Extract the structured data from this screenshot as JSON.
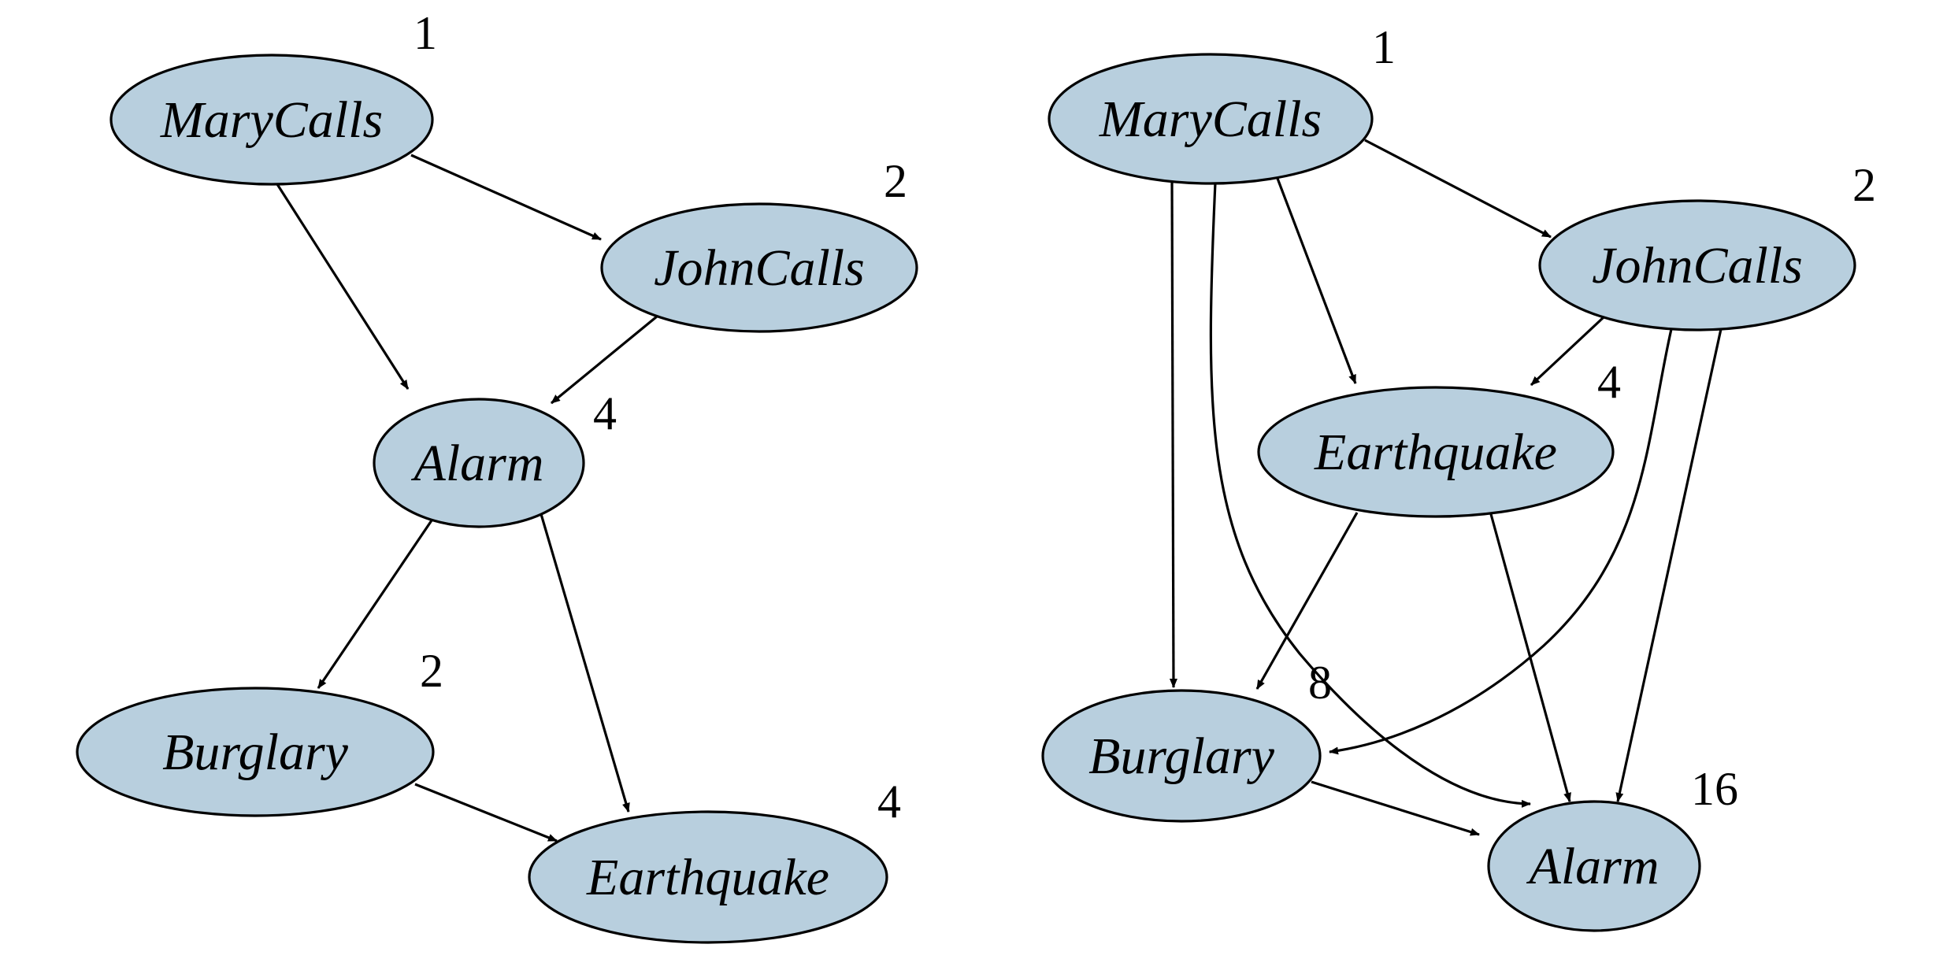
{
  "colors": {
    "node_fill": "#b8cfde",
    "stroke": "#000000",
    "background": "#ffffff"
  },
  "graphs": [
    {
      "nodes": [
        {
          "id": "marycalls",
          "label": "MaryCalls",
          "count": "1"
        },
        {
          "id": "johncalls",
          "label": "JohnCalls",
          "count": "2"
        },
        {
          "id": "alarm",
          "label": "Alarm",
          "count": "4"
        },
        {
          "id": "burglary",
          "label": "Burglary",
          "count": "2"
        },
        {
          "id": "earthquake",
          "label": "Earthquake",
          "count": "4"
        }
      ],
      "edges": [
        {
          "from": "marycalls",
          "to": "johncalls"
        },
        {
          "from": "marycalls",
          "to": "alarm"
        },
        {
          "from": "johncalls",
          "to": "alarm"
        },
        {
          "from": "alarm",
          "to": "burglary"
        },
        {
          "from": "alarm",
          "to": "earthquake"
        },
        {
          "from": "burglary",
          "to": "earthquake"
        }
      ]
    },
    {
      "nodes": [
        {
          "id": "marycalls",
          "label": "MaryCalls",
          "count": "1"
        },
        {
          "id": "johncalls",
          "label": "JohnCalls",
          "count": "2"
        },
        {
          "id": "earthquake",
          "label": "Earthquake",
          "count": "4"
        },
        {
          "id": "burglary",
          "label": "Burglary",
          "count": "8"
        },
        {
          "id": "alarm",
          "label": "Alarm",
          "count": "16"
        }
      ],
      "edges": [
        {
          "from": "marycalls",
          "to": "johncalls"
        },
        {
          "from": "marycalls",
          "to": "earthquake"
        },
        {
          "from": "marycalls",
          "to": "burglary"
        },
        {
          "from": "marycalls",
          "to": "alarm"
        },
        {
          "from": "johncalls",
          "to": "earthquake"
        },
        {
          "from": "johncalls",
          "to": "burglary"
        },
        {
          "from": "johncalls",
          "to": "alarm"
        },
        {
          "from": "earthquake",
          "to": "burglary"
        },
        {
          "from": "earthquake",
          "to": "alarm"
        },
        {
          "from": "burglary",
          "to": "alarm"
        }
      ]
    }
  ]
}
